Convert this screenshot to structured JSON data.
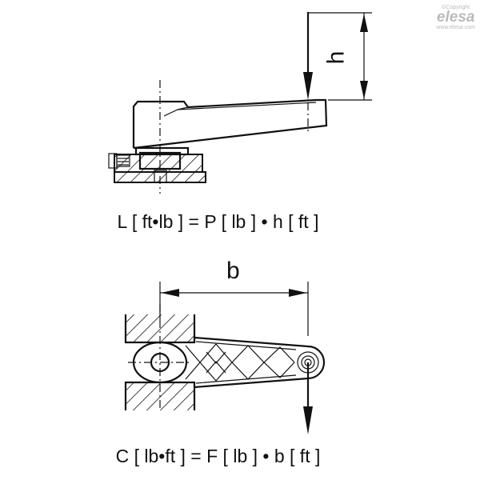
{
  "logo": {
    "copyright": "©Copyright",
    "brand": "elesa",
    "url": "www.elesa.com"
  },
  "top_diagram": {
    "dimension_label": "h",
    "formula": "L [ ft•lb ] = P [ lb ] • h [ ft ]"
  },
  "bottom_diagram": {
    "dimension_label": "b",
    "formula": "C [ lb•ft ] = F [ lb ] • b [ ft ]"
  }
}
